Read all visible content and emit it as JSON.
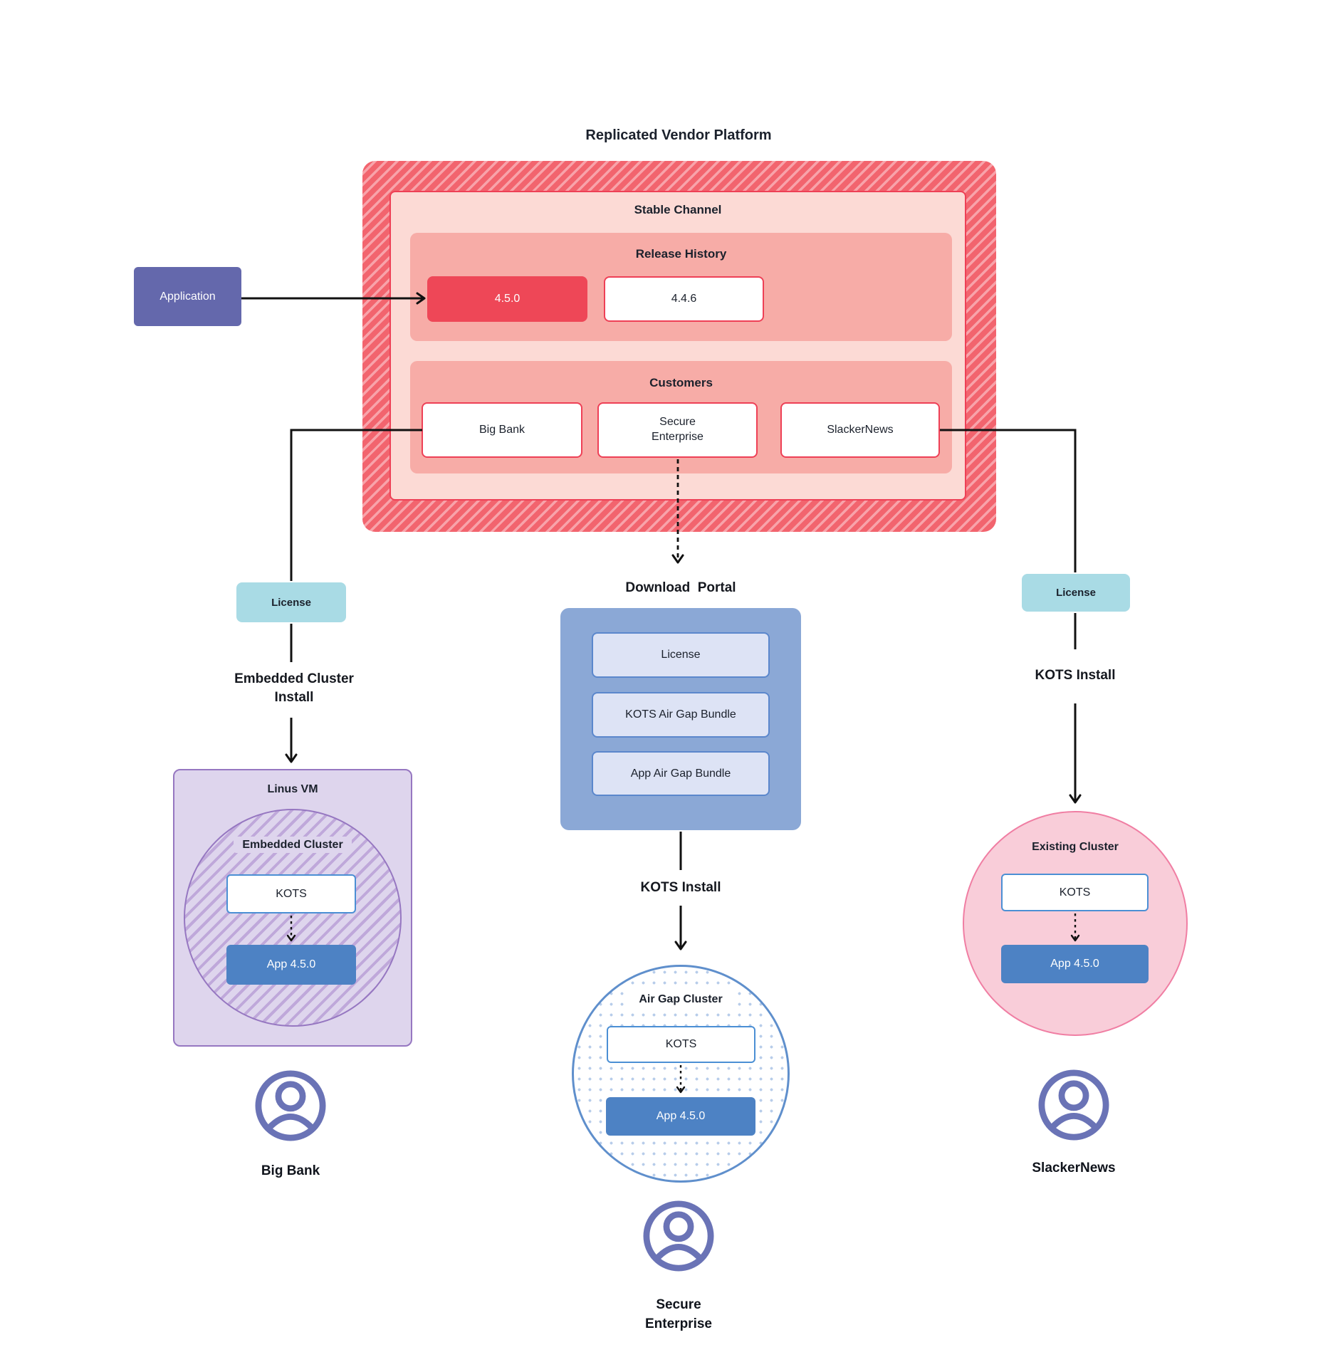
{
  "title": "Replicated Vendor Platform",
  "colors": {
    "accent_red": "#ee4056",
    "hatch_red_base": "#f2646e",
    "hatch_red_stripe": "#f8a3aa",
    "channel_pink": "#fcdad5",
    "band_salmon": "#f7aca7",
    "release_current_red": "#ee4757",
    "application_purple": "#6468ac",
    "license_teal": "#a9dbe5",
    "portal_blue": "#8ba8d6",
    "portal_item_fill": "#dde3f5",
    "portal_item_border": "#5b87cc",
    "kots_border_blue": "#4b8fd4",
    "app_blue": "#4d82c4",
    "vm_purple_fill": "#ded5ed",
    "vm_purple_border": "#9677c1",
    "vm_hatch_stripe": "#bfa8da",
    "airgap_border_blue": "#5f8fcc",
    "airgap_dot_blue": "#b8cdea",
    "existing_pink_fill": "#f9cdd9",
    "existing_pink_border": "#f07ea3",
    "user_icon_indigo": "#6a73b6",
    "line_black": "#111111"
  },
  "platform": {
    "stable_channel_label": "Stable Channel",
    "release_history": {
      "label": "Release History",
      "releases": [
        {
          "version": "4.5.0"
        },
        {
          "version": "4.4.6"
        }
      ]
    },
    "customers": {
      "label": "Customers",
      "items": [
        {
          "name": "Big Bank"
        },
        {
          "name": "Secure\nEnterprise"
        },
        {
          "name": "SlackerNews"
        }
      ]
    }
  },
  "application": {
    "label": "Application"
  },
  "left_flow": {
    "license_label": "License",
    "install_label": "Embedded Cluster\nInstall",
    "vm_label": "Linus VM",
    "cluster_label": "Embedded Cluster",
    "kots_label": "KOTS",
    "app_label": "App 4.5.0",
    "customer_name": "Big Bank"
  },
  "center_flow": {
    "portal_title": "Download  Portal",
    "portal_items": [
      {
        "label": "License"
      },
      {
        "label": "KOTS Air Gap Bundle"
      },
      {
        "label": "App Air Gap Bundle"
      }
    ],
    "install_label": "KOTS Install",
    "cluster_label": "Air Gap Cluster",
    "kots_label": "KOTS",
    "app_label": "App 4.5.0",
    "customer_name": "Secure\nEnterprise"
  },
  "right_flow": {
    "license_label": "License",
    "install_label": "KOTS Install",
    "cluster_label": "Existing Cluster",
    "kots_label": "KOTS",
    "app_label": "App 4.5.0",
    "customer_name": "SlackerNews"
  }
}
